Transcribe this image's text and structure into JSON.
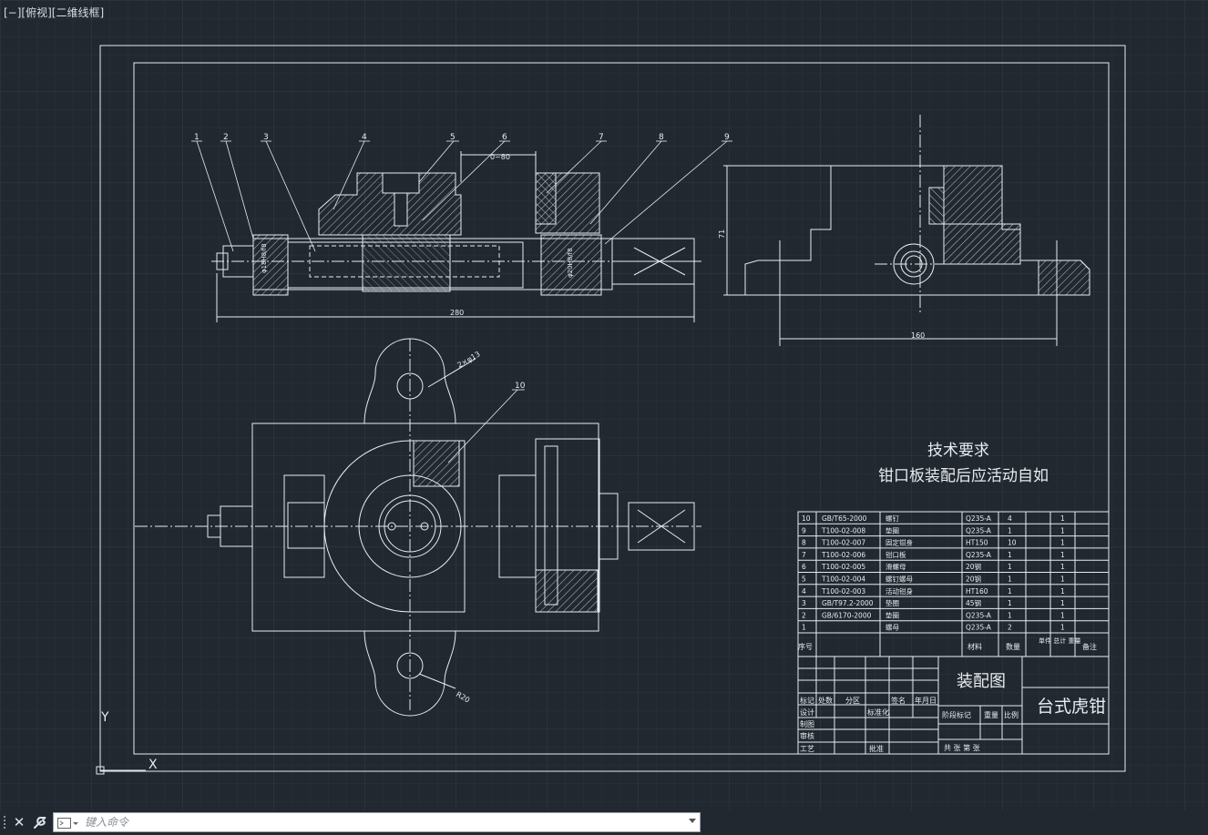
{
  "viewport": {
    "bracket": "[−]",
    "view": "[俯视]",
    "style": "[二维线框]"
  },
  "colors": {
    "background": "#212830",
    "line": "#e8ecef",
    "grid": "#2b333d"
  },
  "axis": {
    "x_label": "X",
    "y_label": "Y"
  },
  "balloons": [
    "1",
    "2",
    "3",
    "4",
    "5",
    "6",
    "7",
    "8",
    "9",
    "10"
  ],
  "dimensions": {
    "range": "0~80",
    "length_front": "280",
    "height_side": "71",
    "length_side": "160",
    "hole": "2×φ13",
    "radius": "R20"
  },
  "tech_requirements": {
    "title": "技术要求",
    "text": "钳口板装配后应活动自如"
  },
  "bom": {
    "rows": [
      {
        "no": "10",
        "code": "GB/T65-2000",
        "name": "螺钉",
        "material": "Q235-A",
        "qty": "4",
        "weight": "1"
      },
      {
        "no": "9",
        "code": "T100-02-008",
        "name": "垫圈",
        "material": "Q235-A",
        "qty": "1",
        "weight": "1"
      },
      {
        "no": "8",
        "code": "T100-02-007",
        "name": "固定钳身",
        "material": "HT150",
        "qty": "10",
        "weight": "1"
      },
      {
        "no": "7",
        "code": "T100-02-006",
        "name": "钳口板",
        "material": "Q235-A",
        "qty": "1",
        "weight": "1"
      },
      {
        "no": "6",
        "code": "T100-02-005",
        "name": "滑螺母",
        "material": "20钢",
        "qty": "1",
        "weight": "1"
      },
      {
        "no": "5",
        "code": "T100-02-004",
        "name": "螺钉螺母",
        "material": "20钢",
        "qty": "1",
        "weight": "1"
      },
      {
        "no": "4",
        "code": "T100-02-003",
        "name": "活动钳身",
        "material": "HT160",
        "qty": "1",
        "weight": "1"
      },
      {
        "no": "3",
        "code": "GB/T97.2-2000",
        "name": "垫圈",
        "material": "45钢",
        "qty": "1",
        "weight": "1"
      },
      {
        "no": "2",
        "code": "GB/6170-2000",
        "name": "垫圈",
        "material": "Q235-A",
        "qty": "1",
        "weight": "1"
      },
      {
        "no": "1",
        "code": "",
        "name": "螺母",
        "material": "Q235-A",
        "qty": "2",
        "weight": "1"
      }
    ],
    "header": {
      "no": "序号",
      "material": "材料",
      "qty": "数量",
      "weight": "单件 总计 重量",
      "remark": "备注"
    }
  },
  "title_block": {
    "drawing_name": "装配图",
    "part_name": "台式虎钳",
    "mark": "标记",
    "count": "处数",
    "zone": "分区",
    "sign": "签名",
    "date": "年月日",
    "design": "设计",
    "standardize": "标准化",
    "drafting": "制图",
    "review": "审核",
    "process": "工艺",
    "approve": "批准",
    "stage_mark": "阶段标记",
    "weight": "重量",
    "scale": "比例",
    "sheets": "共 张 第 张"
  },
  "command_line": {
    "placeholder": "键入命令",
    "close_icon": "close-icon",
    "customize_icon": "wrench-icon"
  }
}
